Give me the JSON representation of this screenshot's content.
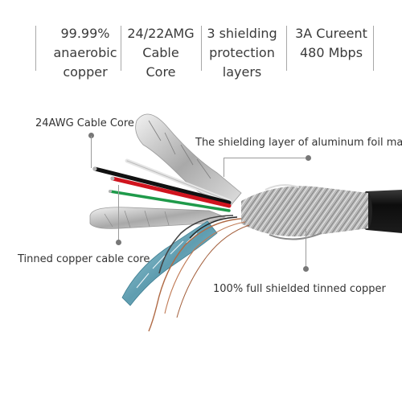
{
  "specs": [
    {
      "lines": [
        "99.99%",
        "anaerobic",
        "copper"
      ]
    },
    {
      "lines": [
        "24/22AMG",
        "Cable",
        "Core"
      ]
    },
    {
      "lines": [
        "3 shielding",
        "protection",
        "layers"
      ]
    },
    {
      "lines": [
        "3A Cureent",
        "480 Mbps"
      ]
    }
  ],
  "callouts": {
    "cable_core_24awg": "24AWG Cable Core",
    "aluminum_foil": "The shielding layer of aluminum foil ma",
    "tinned_core": "Tinned copper cable core",
    "tinned_shield": "100% full shielded tinned copper"
  },
  "colors": {
    "jacket": "#141414",
    "wire_black": "#111111",
    "wire_red": "#d0141e",
    "wire_white": "#e6e6e6",
    "wire_green": "#1f9a4a",
    "foil": "#c9c9c9",
    "blue_foil": "#7fb4c4",
    "copper": "#b06a45"
  }
}
